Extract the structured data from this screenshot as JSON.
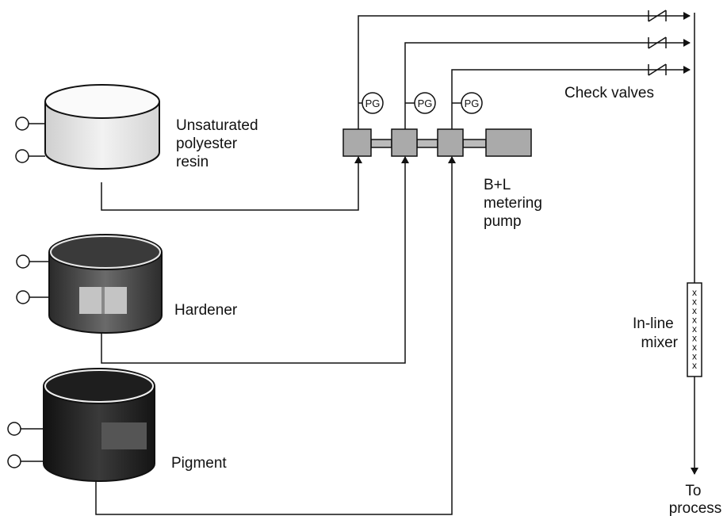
{
  "diagram": {
    "tanks": {
      "resin": {
        "label_lines": [
          "Unsaturated",
          "polyester",
          "resin"
        ]
      },
      "hardener": {
        "label_lines": [
          "Hardener"
        ]
      },
      "pigment": {
        "label_lines": [
          "Pigment"
        ]
      }
    },
    "gauges": {
      "label": "PG"
    },
    "pump": {
      "label_lines": [
        "B+L",
        "metering",
        "pump"
      ]
    },
    "check_valves": {
      "label": "Check valves"
    },
    "mixer": {
      "label_lines": [
        "In-line",
        "mixer"
      ],
      "marker": "x"
    },
    "outlet": {
      "label_lines": [
        "To",
        "process"
      ]
    }
  }
}
